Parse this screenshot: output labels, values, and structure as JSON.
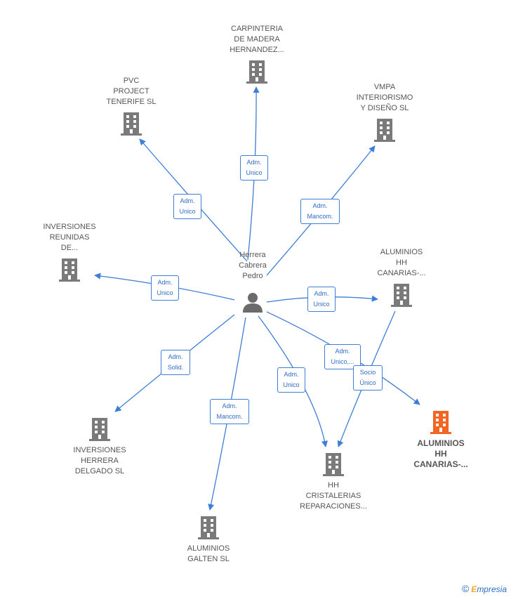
{
  "center": {
    "label": "Herrera\nCabrera\nPedro",
    "icon": "person-icon"
  },
  "nodes": [
    {
      "id": "carpinteria",
      "label": "CARPINTERIA\nDE MADERA\nHERNANDEZ...",
      "icon": "building-icon"
    },
    {
      "id": "pvc",
      "label": "PVC\nPROJECT\nTENERIFE SL",
      "icon": "building-icon"
    },
    {
      "id": "vmpa",
      "label": "VMPA\nINTERIORISMO\nY DISEÑO SL",
      "icon": "building-icon"
    },
    {
      "id": "inversiones-reunidas",
      "label": "INVERSIONES\nREUNIDAS\nDE...",
      "icon": "building-icon"
    },
    {
      "id": "aluminios-hh-1",
      "label": "ALUMINIOS\nHH\nCANARIAS-...",
      "icon": "building-icon"
    },
    {
      "id": "aluminios-hh-main",
      "label": "ALUMINIOS\nHH\nCANARIAS-...",
      "icon": "building-icon",
      "highlight": true
    },
    {
      "id": "inversiones-herrera",
      "label": "INVERSIONES\nHERRERA\nDELGADO SL",
      "icon": "building-icon"
    },
    {
      "id": "hh-cristalerias",
      "label": "HH\nCRISTALERIAS\nREPARACIONES...",
      "icon": "building-icon"
    },
    {
      "id": "aluminios-galten",
      "label": "ALUMINIOS\nGALTEN SL",
      "icon": "building-icon"
    }
  ],
  "edges": [
    {
      "to": "carpinteria",
      "label": "Adm.\nUnico"
    },
    {
      "to": "pvc",
      "label": "Adm.\nUnico"
    },
    {
      "to": "vmpa",
      "label": "Adm.\nMancom."
    },
    {
      "to": "inversiones-reunidas",
      "label": "Adm.\nUnico"
    },
    {
      "to": "aluminios-hh-1",
      "label": "Adm.\nUnico"
    },
    {
      "to": "aluminios-hh-main",
      "label": "Adm.\nUnico,..."
    },
    {
      "to": "inversiones-herrera",
      "label": "Adm.\nSolid."
    },
    {
      "to": "hh-cristalerias",
      "label": "Adm.\nUnico"
    },
    {
      "to": "aluminios-galten",
      "label": "Adm.\nMancom."
    },
    {
      "from": "aluminios-hh-1",
      "to": "hh-cristalerias",
      "label": "Socio\nÚnico"
    }
  ],
  "colors": {
    "edge": "#3d7ed6",
    "building": "#7a7a7a",
    "highlight": "#f26522",
    "person": "#6b6b6b"
  },
  "watermark": {
    "symbol": "©",
    "brand_initial": "E",
    "brand_rest": "mpresia"
  }
}
